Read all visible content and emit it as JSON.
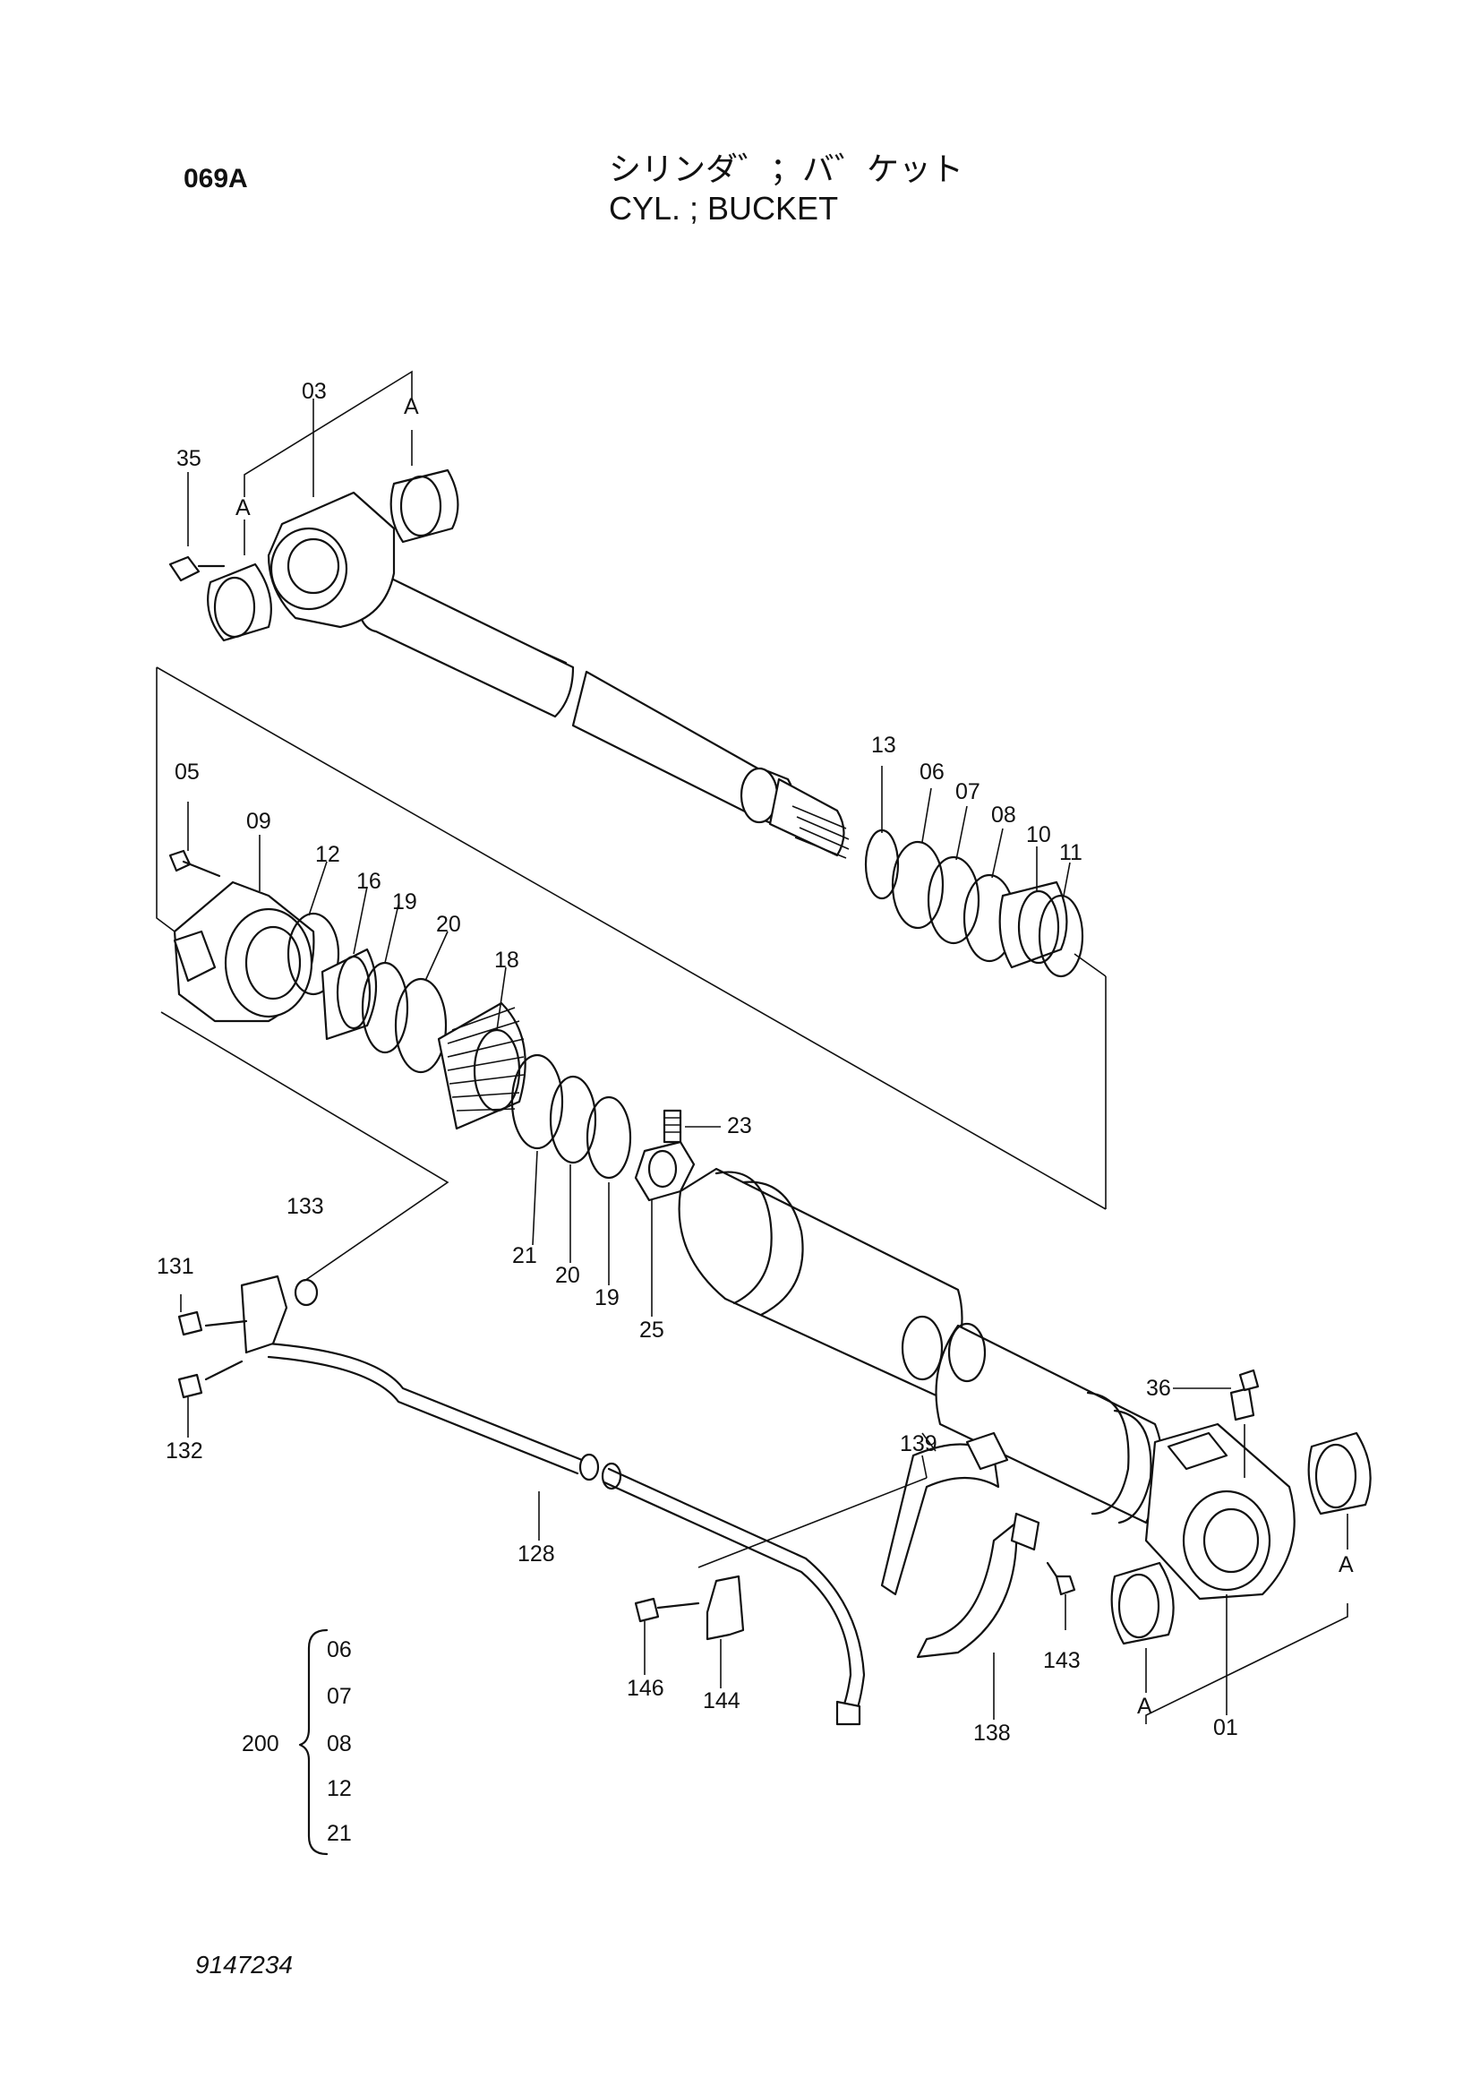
{
  "header": {
    "page_code": "069A",
    "title_jp": "シリンダ゛；バ゛ケット",
    "title_en": "CYL. ; BUCKET"
  },
  "callouts": {
    "p03": "03",
    "pA1": "A",
    "p35": "35",
    "pA2": "A",
    "p05": "05",
    "p09": "09",
    "p12": "12",
    "p16": "16",
    "p19a": "19",
    "p20a": "20",
    "p18": "18",
    "p13": "13",
    "p06": "06",
    "p07": "07",
    "p08": "08",
    "p10": "10",
    "p11": "11",
    "p23": "23",
    "p21": "21",
    "p20b": "20",
    "p19b": "19",
    "p25": "25",
    "p133": "133",
    "p131": "131",
    "p132": "132",
    "p128": "128",
    "p36": "36",
    "p139": "139",
    "p146": "146",
    "p144": "144",
    "p138": "138",
    "p143": "143",
    "pA3": "A",
    "pA4": "A",
    "p01": "01"
  },
  "kit": {
    "number": "200",
    "items": [
      "06",
      "07",
      "08",
      "12",
      "21"
    ]
  },
  "document_number": "9147234"
}
